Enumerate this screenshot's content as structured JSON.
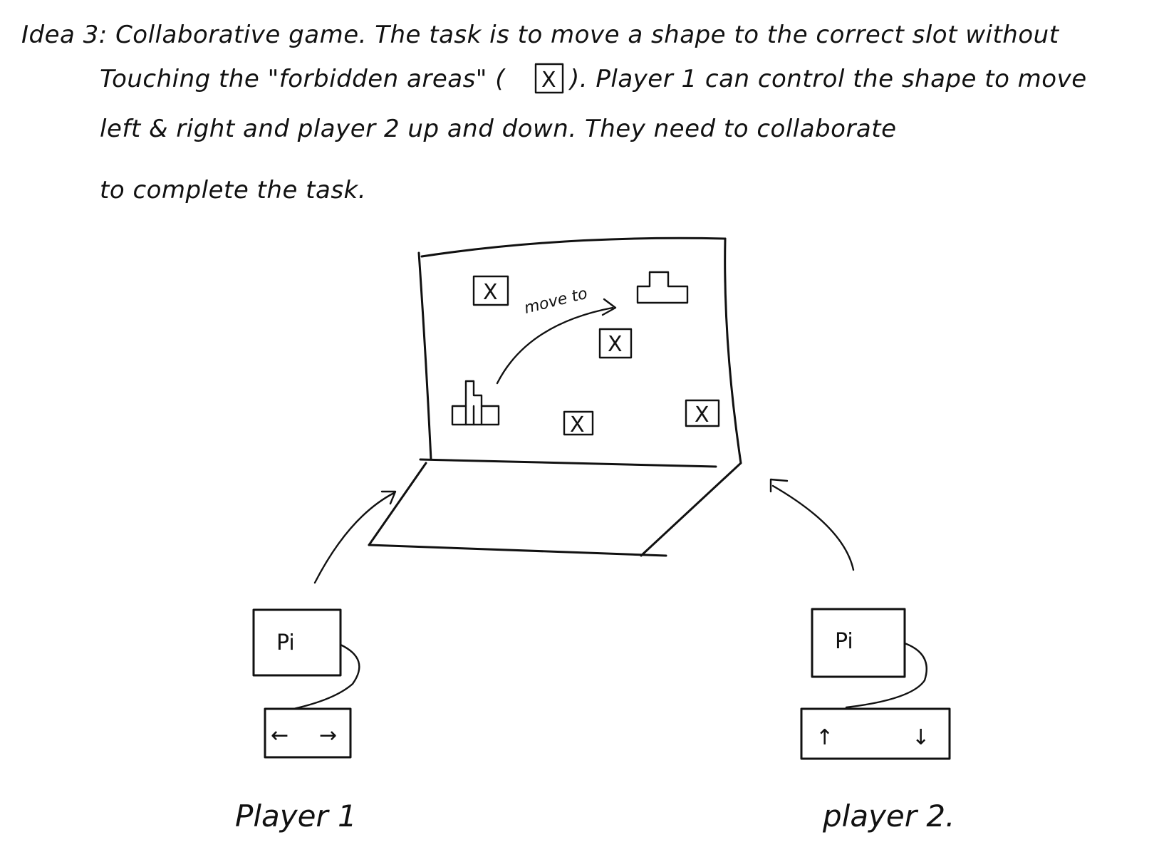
{
  "description_lines": [
    "Idea 3: Collaborative game. The task is to move a shape to the correct slot without",
    "Touching the \"forbidden areas\" (",
    "). Player 1 can control the shape to move",
    "left & right and player 2 up and down. They need to collaborate",
    "to complete the task."
  ],
  "forbidden_symbol": "X",
  "screen": {
    "move_label": "move to",
    "forbidden_marks": [
      "X",
      "X",
      "X",
      "X"
    ]
  },
  "player1": {
    "device_label": "Pi",
    "left_arrow": "←",
    "right_arrow": "→",
    "name": "Player 1"
  },
  "player2": {
    "device_label": "Pi",
    "up_arrow": "↑",
    "down_arrow": "↓",
    "name": "player 2."
  }
}
